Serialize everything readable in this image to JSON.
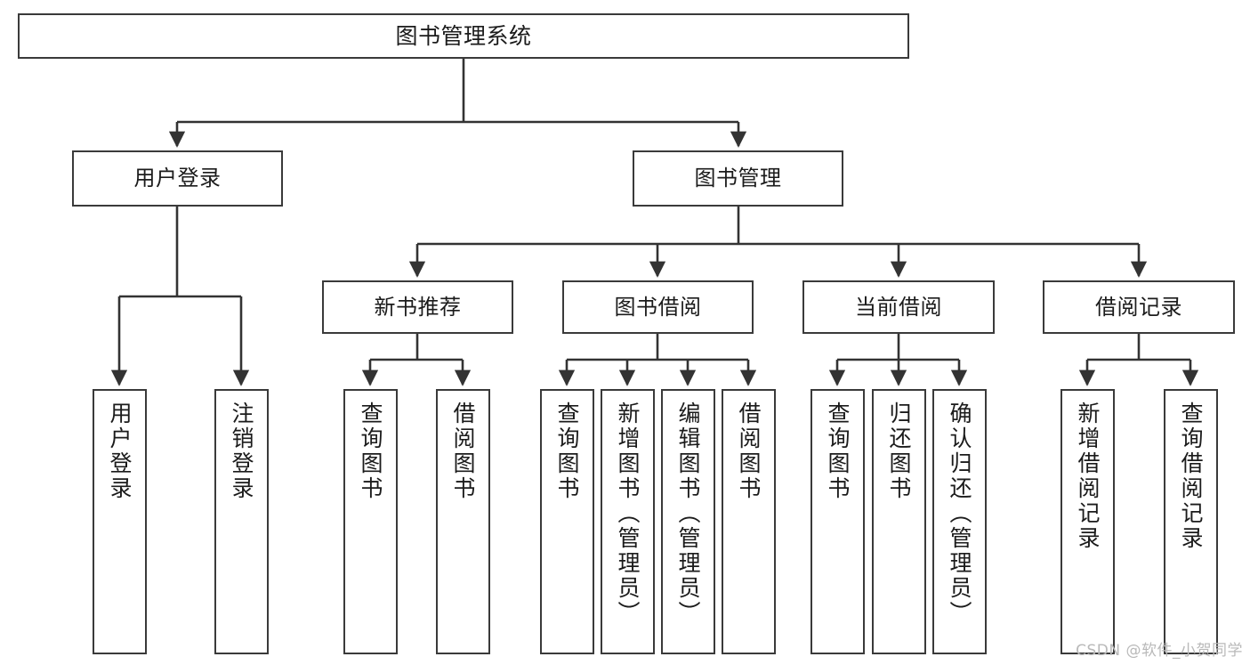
{
  "diagram": {
    "title": "图书管理系统",
    "type": "tree-hierarchy",
    "colors": {
      "box_border": "#3a3a3a",
      "box_fill": "#ffffff",
      "edge": "#333333",
      "text": "#1b1b1b",
      "watermark": "#b9b9b9"
    },
    "root": {
      "label": "图书管理系统"
    },
    "level2": [
      {
        "label": "用户登录"
      },
      {
        "label": "图书管理"
      }
    ],
    "level3": [
      {
        "label": "新书推荐"
      },
      {
        "label": "图书借阅"
      },
      {
        "label": "当前借阅"
      },
      {
        "label": "借阅记录"
      }
    ],
    "leaves": [
      {
        "label": "用户登录",
        "parent": "用户登录"
      },
      {
        "label": "注销登录",
        "parent": "用户登录"
      },
      {
        "label": "查询图书",
        "parent": "新书推荐"
      },
      {
        "label": "借阅图书",
        "parent": "新书推荐"
      },
      {
        "label": "查询图书",
        "parent": "图书借阅"
      },
      {
        "label": "新增图书（管理员）",
        "parent": "图书借阅"
      },
      {
        "label": "编辑图书（管理员）",
        "parent": "图书借阅"
      },
      {
        "label": "借阅图书",
        "parent": "图书借阅"
      },
      {
        "label": "查询图书",
        "parent": "当前借阅"
      },
      {
        "label": "归还图书",
        "parent": "当前借阅"
      },
      {
        "label": "确认归还（管理员）",
        "parent": "当前借阅"
      },
      {
        "label": "新增借阅记录",
        "parent": "借阅记录"
      },
      {
        "label": "查询借阅记录",
        "parent": "借阅记录"
      }
    ]
  },
  "watermark": {
    "text": "CSDN @软件_小贺同学"
  }
}
